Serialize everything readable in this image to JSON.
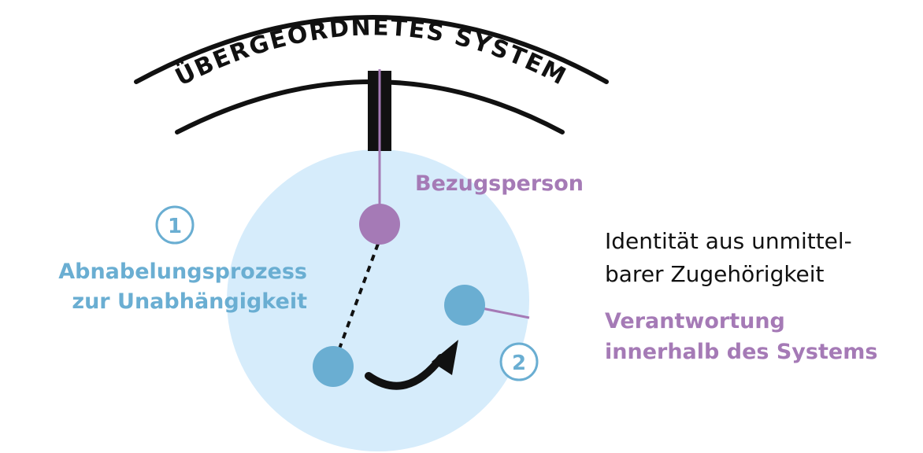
{
  "diagram": {
    "arc_title": "ÜBERGEORDNETES SYSTEM",
    "bezugsperson": "Bezugsperson",
    "step1_number": "1",
    "step1_label_line1": "Abnabelungsprozess",
    "step1_label_line2": "zur Unabhängigkeit",
    "step2_number": "2",
    "identity_line1": "Identität aus unmittel-",
    "identity_line2": "barer Zugehörigkeit",
    "responsibility_line1": "Verantwortung",
    "responsibility_line2": "innerhalb des Systems"
  },
  "colors": {
    "circle_fill": "#d6ecfb",
    "node_blue": "#6aaed2",
    "node_purple": "#a57ab6",
    "text_blue": "#6aaed2",
    "text_purple": "#a57ab6",
    "ink": "#111111"
  }
}
